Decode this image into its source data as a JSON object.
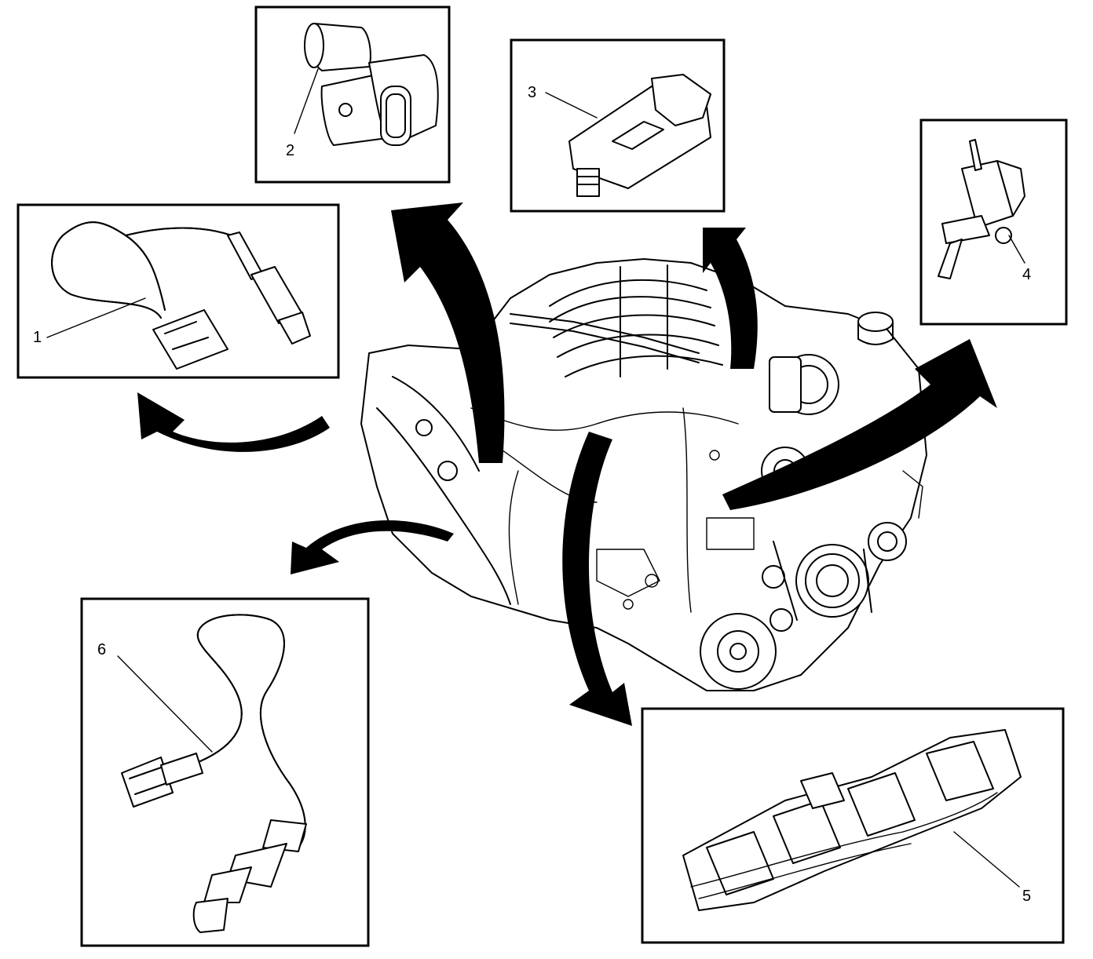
{
  "callouts": [
    "1",
    "2",
    "3",
    "4",
    "5",
    "6"
  ],
  "colors": {
    "ink": "#000000",
    "paper": "#ffffff"
  }
}
